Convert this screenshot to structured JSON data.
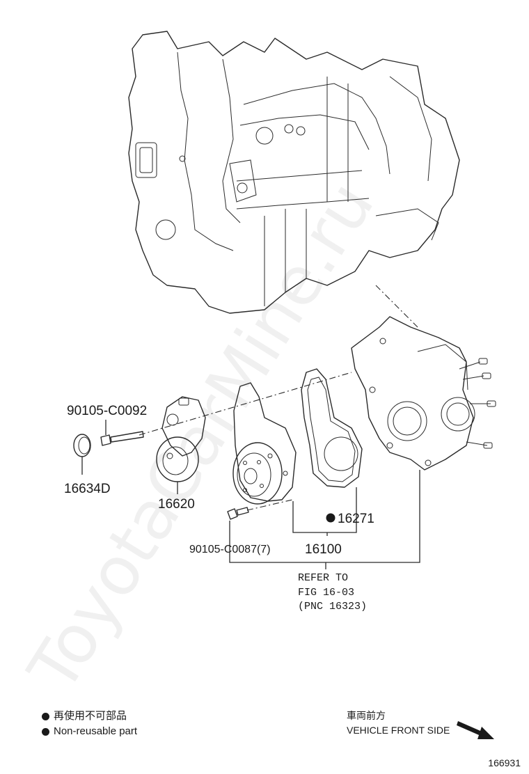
{
  "watermark": "ToyotaCarMine.ru",
  "callouts": {
    "bolt_tensioner": "90105-C0092",
    "cap": "16634D",
    "tensioner": "16620",
    "gasket": "16271",
    "bolt_pump": "90105-C0087(7)",
    "pump_assy": "16100"
  },
  "reference": {
    "line1": "REFER TO",
    "line2": "FIG 16-03",
    "line3": "(PNC 16323)"
  },
  "legend": {
    "jp": "再使用不可部品",
    "en": "Non-reusable part"
  },
  "front_side": {
    "jp": "車両前方",
    "en": "VEHICLE FRONT SIDE",
    "icon": "arrow-down-right-icon"
  },
  "figure_number": "166931"
}
